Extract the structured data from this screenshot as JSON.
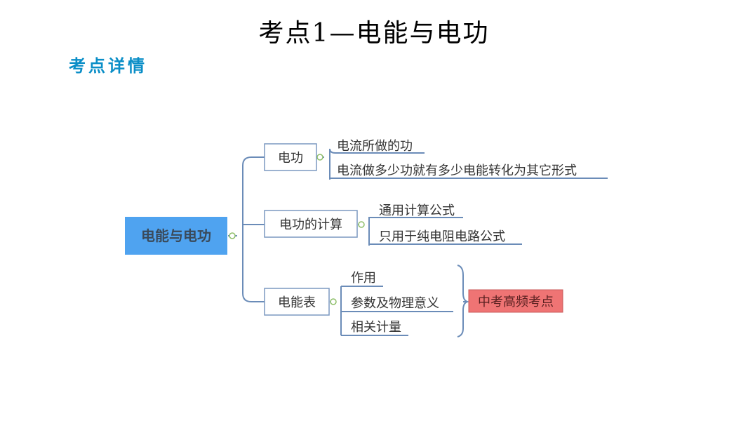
{
  "page": {
    "title": "考点1—电能与电功",
    "section_label": "考点详情"
  },
  "mindmap": {
    "root": "电能与电功",
    "branches": [
      {
        "label": "电功",
        "leaves": [
          "电流所做的功",
          "电流做多少功就有多少电能转化为其它形式"
        ]
      },
      {
        "label": "电功的计算",
        "leaves": [
          "通用计算公式",
          "只用于纯电阻电路公式"
        ]
      },
      {
        "label": "电能表",
        "leaves": [
          "作用",
          "参数及物理意义",
          "相关计量"
        ]
      }
    ],
    "highlight": "中考高频考点"
  },
  "colors": {
    "root_fill": "#4fa3f0",
    "line": "#6b8cb8",
    "node_border": "#7b98c0",
    "highlight_fill": "#ef7474",
    "section_label": "#0a8ec7"
  }
}
